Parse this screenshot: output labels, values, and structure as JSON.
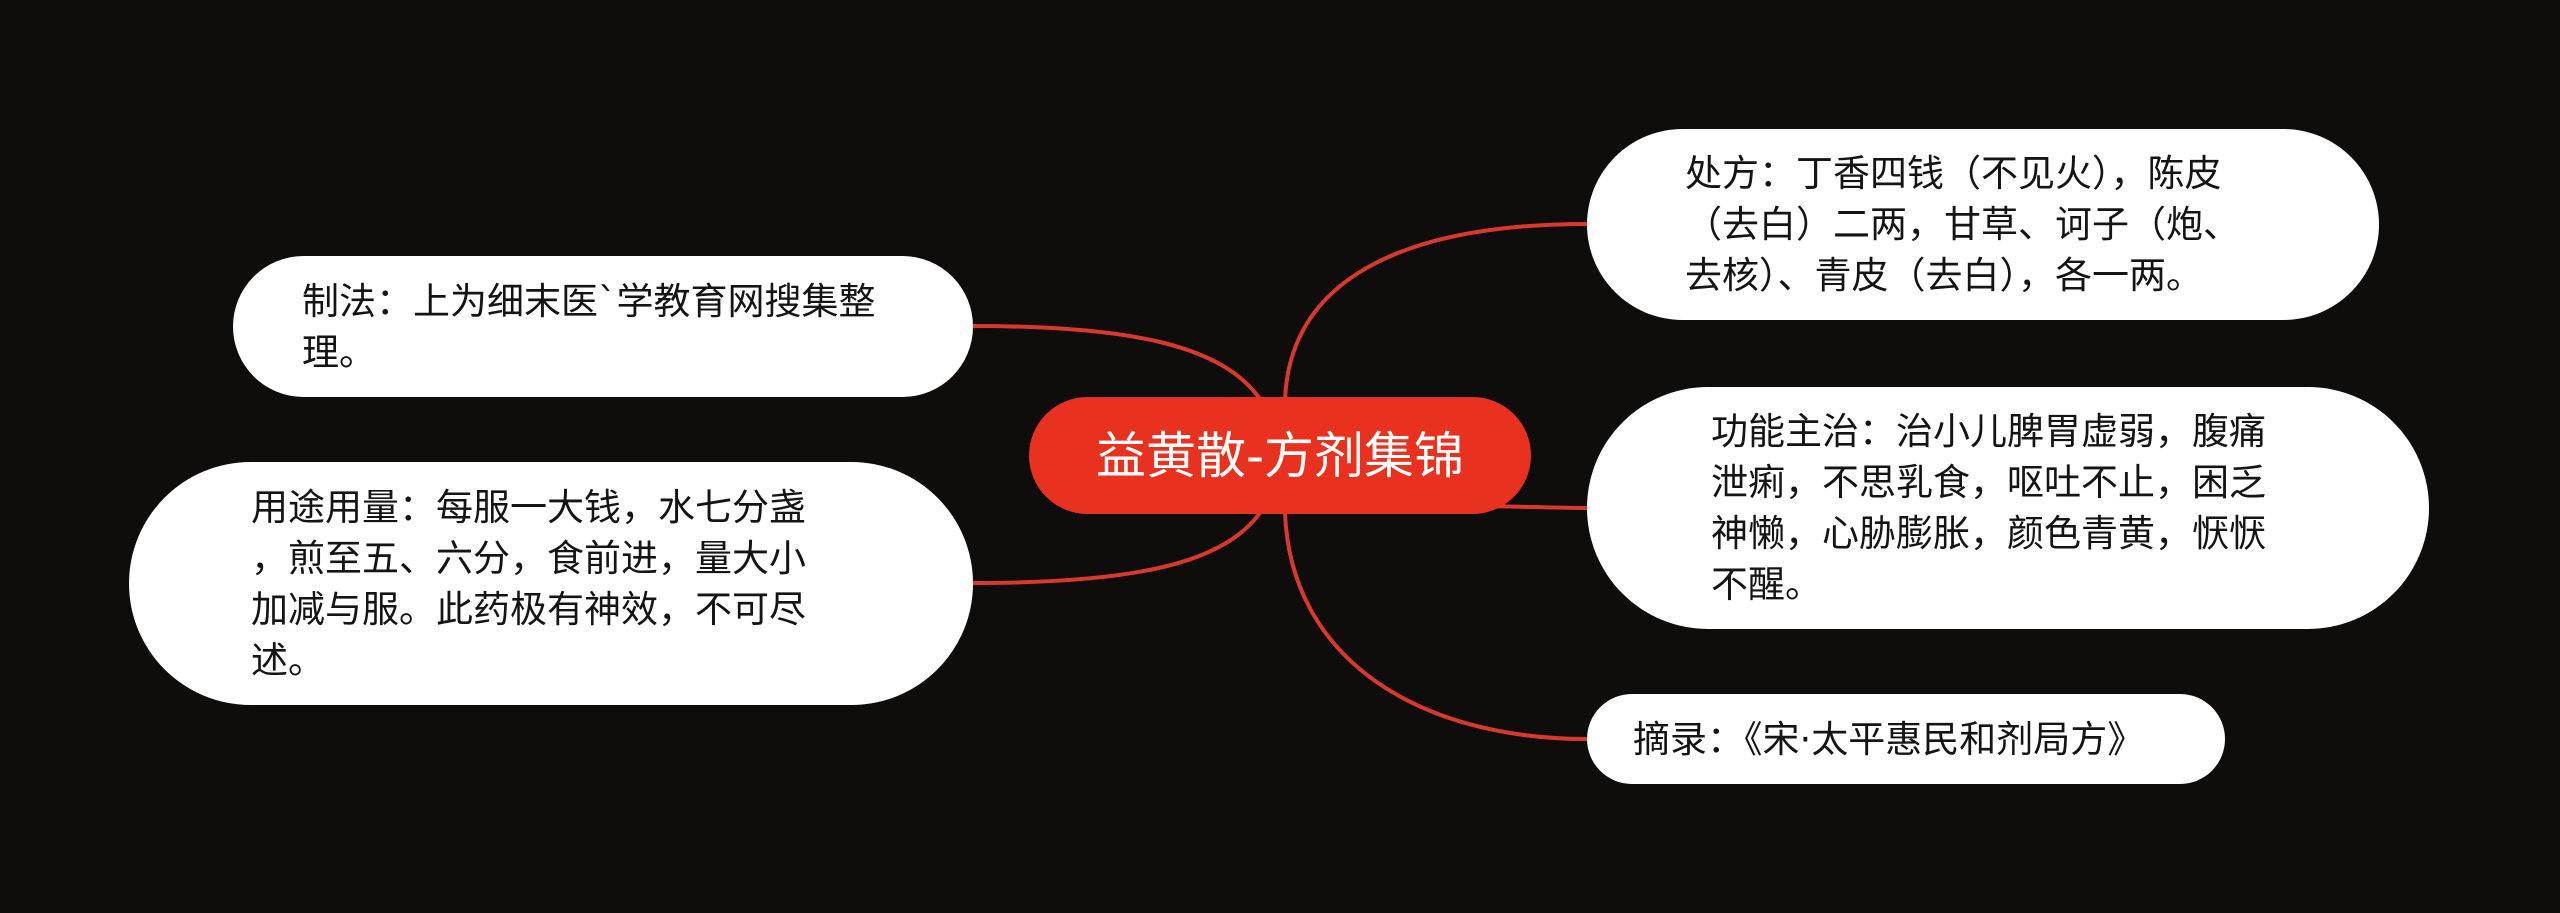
{
  "central_topic": {
    "label": "益黄散-方剂集锦"
  },
  "branches": {
    "formula": {
      "lines": [
        "处方：丁香四钱（不见火），陈皮",
        "（去白）二两，甘草、诃子（炮、",
        "去核）、青皮（去白），各一两。"
      ]
    },
    "indications": {
      "lines": [
        "功能主治：治小儿脾胃虚弱，腹痛",
        "泄痢，不思乳食，呕吐不止，困乏",
        "神懒，心胁膨胀，颜色青黄，恹恹",
        "不醒。"
      ]
    },
    "source": {
      "lines": [
        "摘录：《宋·太平惠民和剂局方》"
      ]
    },
    "preparation": {
      "lines": [
        "制法：上为细末医`学教育网搜集整",
        "理。"
      ]
    },
    "usage": {
      "lines": [
        "用途用量：每服一大钱，水七分盏",
        "，煎至五、六分，食前进，量大小",
        "加减与服。此药极有神效，不可尽",
        "述。"
      ]
    }
  },
  "colors": {
    "background": "#0f0c0c",
    "central_fill": "#e8321f",
    "connector": "#d8392b",
    "topic_fill": "#ffffff",
    "topic_text": "#141414"
  }
}
